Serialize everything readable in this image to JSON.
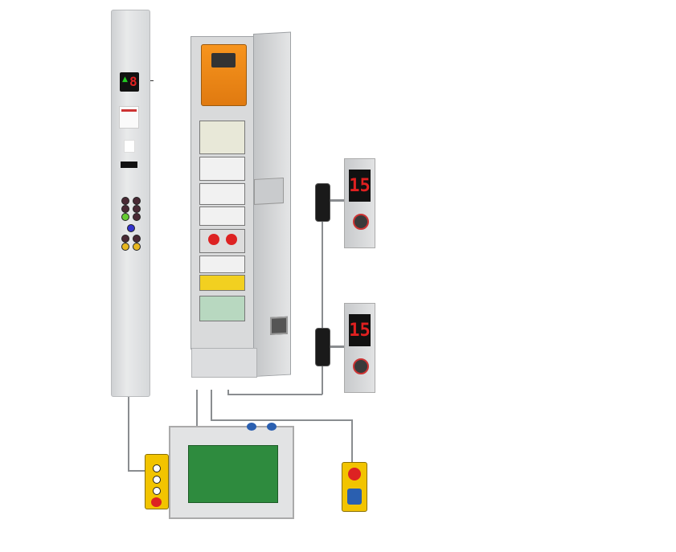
{
  "car_operating_panel": {
    "floor_display": "8"
  },
  "hall_stations": [
    {
      "floor_display": "15"
    },
    {
      "floor_display": "15"
    }
  ],
  "colors": {
    "drive_orange": "#f7941d",
    "display_red": "#e02020",
    "pendant_yellow": "#f2c400",
    "board_green": "#2e8b3e"
  }
}
